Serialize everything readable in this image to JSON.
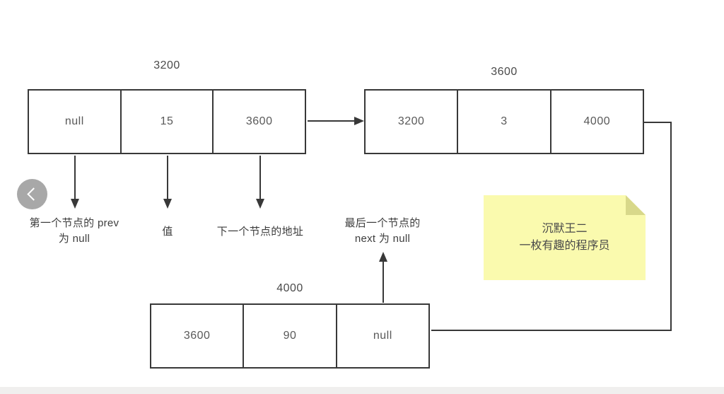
{
  "diagram": {
    "nodes": [
      {
        "address": "3200",
        "cells": [
          "null",
          "15",
          "3600"
        ]
      },
      {
        "address": "3600",
        "cells": [
          "3200",
          "3",
          "4000"
        ]
      },
      {
        "address": "4000",
        "cells": [
          "3600",
          "90",
          "null"
        ]
      }
    ],
    "labels": {
      "first_prev": [
        "第一个节点的 prev",
        "为 null"
      ],
      "value": "值",
      "next_address": "下一个节点的地址",
      "last_next": [
        "最后一个节点的",
        "next 为 null"
      ]
    },
    "note": {
      "lines": [
        "沉默王二",
        "一枚有趣的程序员"
      ]
    },
    "colors": {
      "line": "#383838",
      "cell_text": "#595959",
      "label_text": "#3d3d3d",
      "note_bg": "#fafaae",
      "note_fold": "#d8d88a",
      "note_text": "#4a4a4a",
      "back_button_bg": "#a8a8a8",
      "bottom_bar": "#f0efee"
    },
    "icons": {
      "back": "chevron-left-icon"
    }
  }
}
